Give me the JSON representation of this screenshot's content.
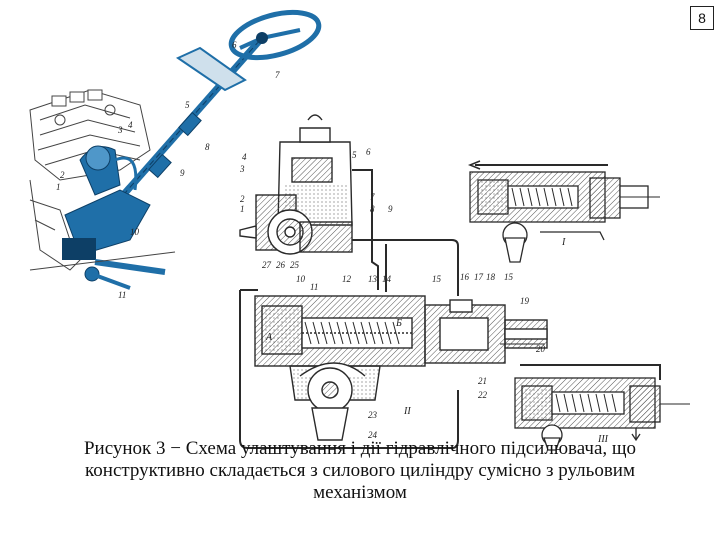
{
  "page": {
    "number": "8"
  },
  "caption": "Рисунок 3 − Схема улаштування і дії гідравлічного підсилювача, що конструктивно складається з силового циліндру сумісно з рульовим механізмом",
  "labels": {
    "overview": [
      "1",
      "2",
      "3",
      "4",
      "5",
      "6",
      "7",
      "8",
      "9",
      "10",
      "11"
    ],
    "pump": [
      "1",
      "2",
      "3",
      "4",
      "5",
      "6",
      "7",
      "8",
      "9",
      "27",
      "26",
      "25"
    ],
    "mechanism": [
      "10",
      "11",
      "12",
      "13",
      "14",
      "15",
      "16",
      "17",
      "18",
      "15",
      "19",
      "20",
      "21",
      "22",
      "23",
      "24",
      "А",
      "Б",
      "II"
    ],
    "mode_top": "I",
    "mode_bottom": "III"
  },
  "colors": {
    "accent": "#1f6fa8",
    "ink": "#2a2a2a",
    "fluid": "#c8c8c8"
  }
}
